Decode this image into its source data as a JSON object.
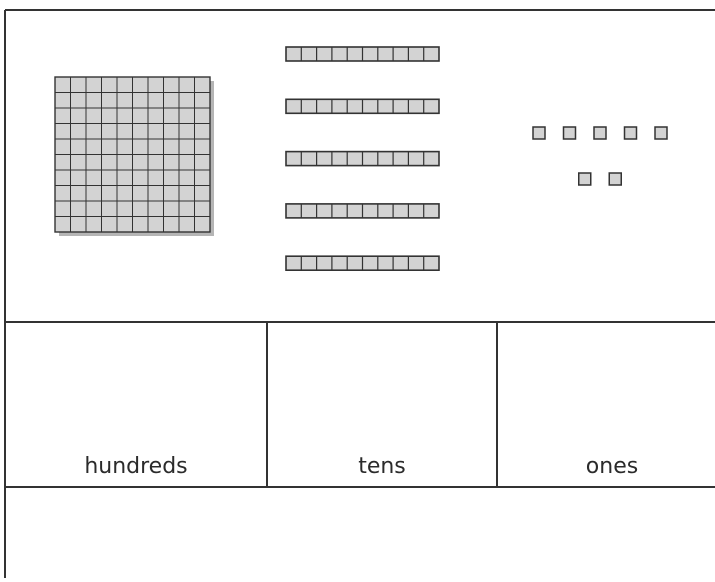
{
  "place_value_chart": {
    "columns": [
      {
        "key": "hundreds",
        "label": "hundreds"
      },
      {
        "key": "tens",
        "label": "tens"
      },
      {
        "key": "ones",
        "label": "ones"
      }
    ],
    "blocks": {
      "hundreds_flats": 1,
      "tens_rods": 5,
      "ones_units": 7
    }
  },
  "colors": {
    "block_fill": "#d3d3d3",
    "block_stroke": "#333333",
    "line": "#333333",
    "shadow": "#b5b5b5",
    "text": "#2b2b2b"
  }
}
